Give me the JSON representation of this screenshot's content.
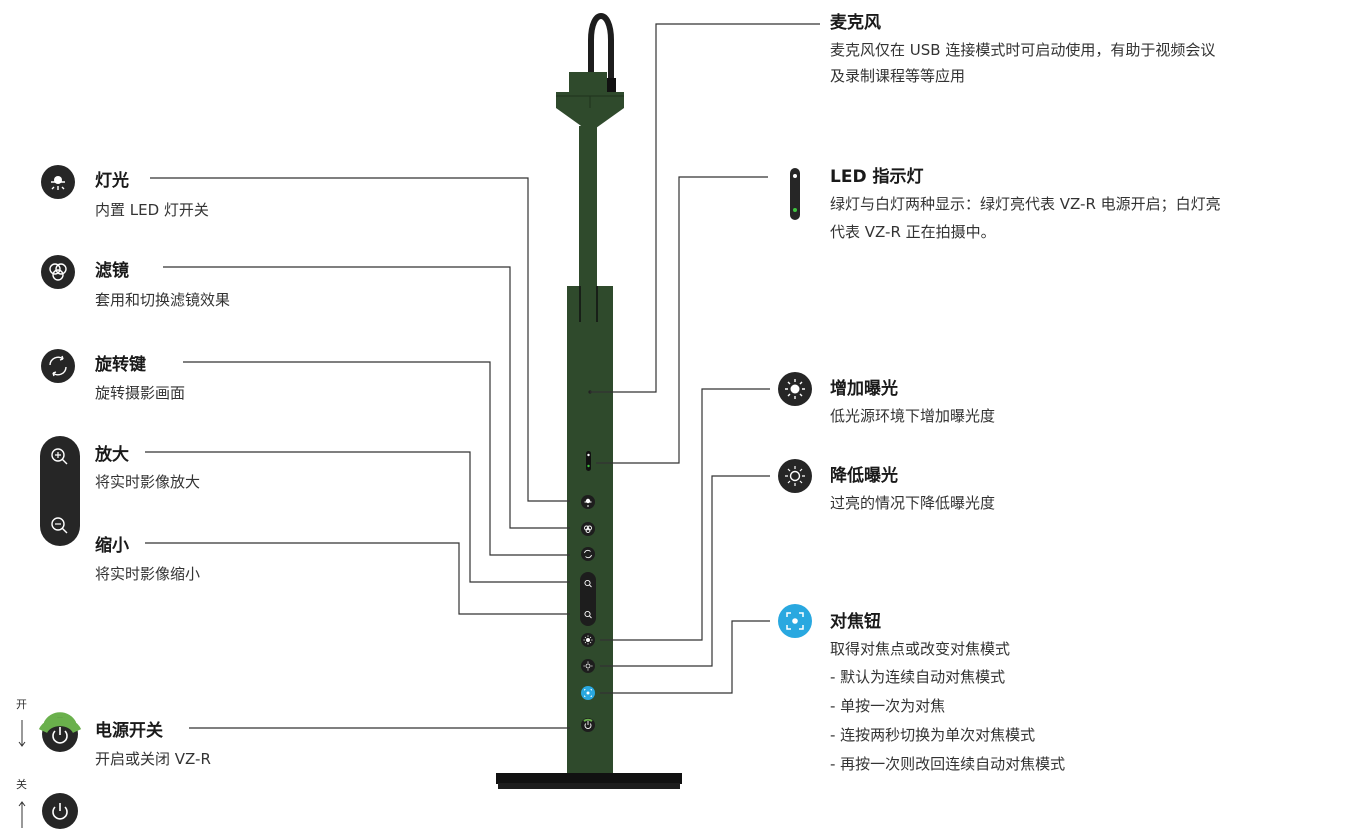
{
  "colors": {
    "device_body": "#2f4a2c",
    "device_dark": "#1d1d1d",
    "leader_line": "#333333",
    "icon_dark": "#262626",
    "focus_blue": "#29a8e0",
    "power_green": "#6ab04c",
    "led_green": "#3ec43e"
  },
  "labels": {
    "mic": {
      "title": "麦克风",
      "desc": [
        "麦克风仅在 USB 连接模式时可启动使用，有助于视频会议",
        "及录制课程等等应用"
      ]
    },
    "led": {
      "title": "LED 指示灯",
      "desc": [
        "绿灯与白灯两种显示：绿灯亮代表 VZ-R 电源开启；白灯亮",
        "代表 VZ-R 正在拍摄中。"
      ]
    },
    "light": {
      "title": "灯光",
      "desc": "内置 LED 灯开关",
      "icon": "lamp-icon"
    },
    "filter": {
      "title": "滤镜",
      "desc": "套用和切换滤镜效果",
      "icon": "filter-icon"
    },
    "rotate": {
      "title": "旋转键",
      "desc": "旋转摄影画面",
      "icon": "rotate-icon"
    },
    "zoom_in": {
      "title": "放大",
      "desc": "将实时影像放大",
      "icon": "zoom-in-icon"
    },
    "zoom_out": {
      "title": "缩小",
      "desc": "将实时影像缩小",
      "icon": "zoom-out-icon"
    },
    "exposure_up": {
      "title": "增加曝光",
      "desc": "低光源环境下增加曝光度",
      "icon": "brightness-up-icon"
    },
    "exposure_down": {
      "title": "降低曝光",
      "desc": "过亮的情况下降低曝光度",
      "icon": "brightness-down-icon"
    },
    "focus": {
      "title": "对焦钮",
      "desc": "取得对焦点或改变对焦模式",
      "items": [
        "- 默认为连续自动对焦模式",
        "- 单按一次为对焦",
        "- 连按两秒切换为单次对焦模式",
        "- 再按一次则改回连续自动对焦模式"
      ],
      "icon": "focus-icon"
    },
    "power": {
      "title": "电源开关",
      "desc": "开启或关闭 VZ-R",
      "on_label": "开",
      "off_label": "关",
      "icon": "power-icon"
    }
  }
}
